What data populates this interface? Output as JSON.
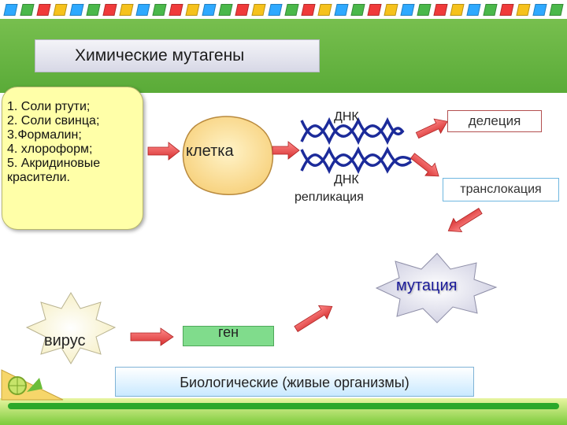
{
  "title": "Химические мутагены",
  "chemicals": [
    "1. Соли ртути;",
    "2. Соли свинца;",
    "3.Формалин;",
    "4. хлороформ;",
    "5. Акридиновые",
    "красители."
  ],
  "cell_label": "клетка",
  "dna_label": "ДНК",
  "dna_label_2": "ДНК",
  "replication_label": "репликация",
  "deletion_label": "делеция",
  "translocation_label": "транслокация",
  "mutation_label": "мутация",
  "virus_label": "вирус",
  "gene_label": "ген",
  "bio_label": "Биологические  (живые  организмы)",
  "colors": {
    "top_bar": "#6ab846",
    "list_bg": "#ffffa8",
    "cell": "#ffe49a",
    "arrow": "#e84a4a",
    "dna": "#1c2b9a",
    "gene": "#80dc8c"
  }
}
